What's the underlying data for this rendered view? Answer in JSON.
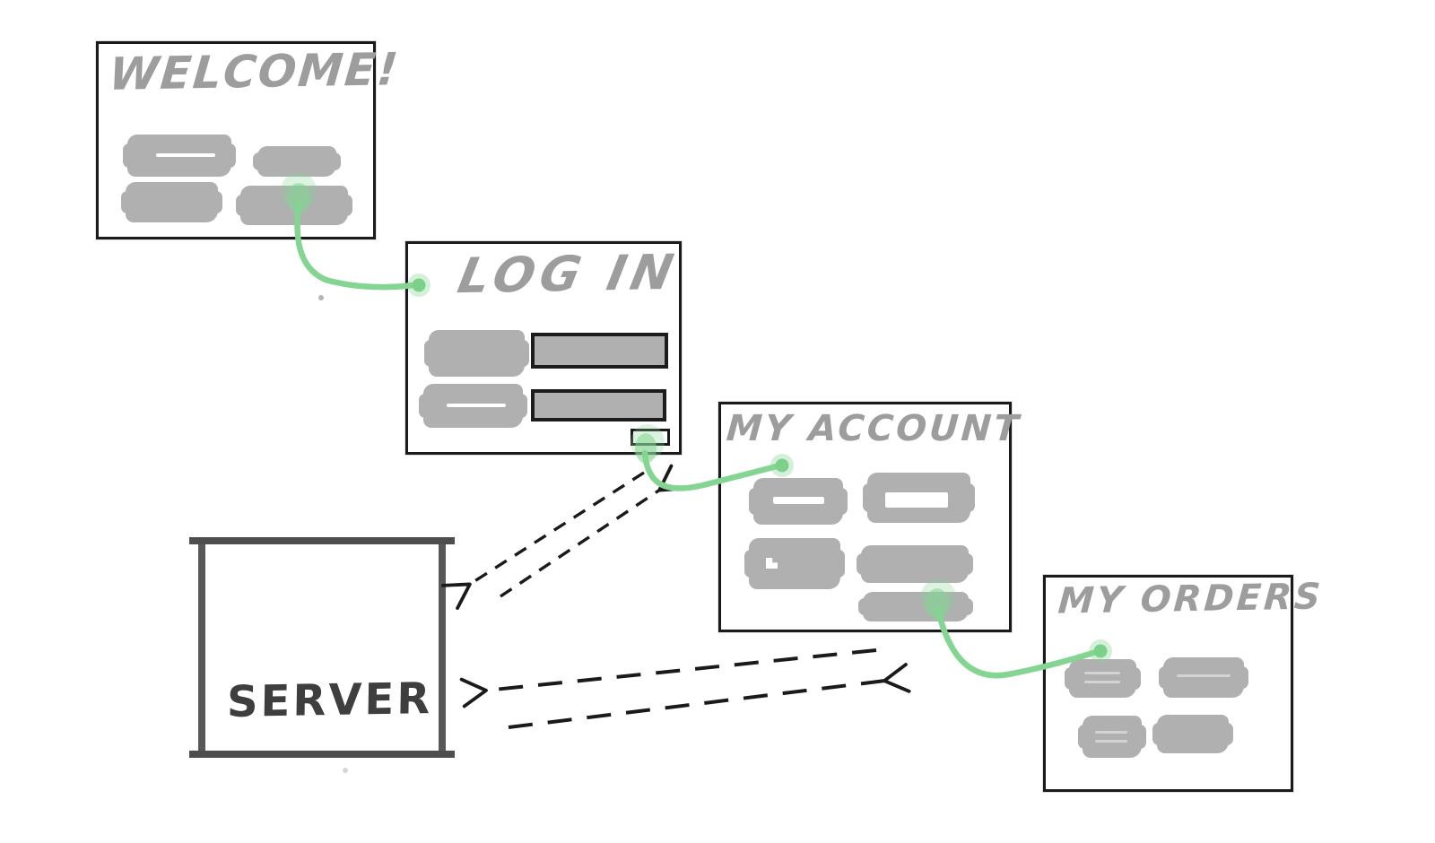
{
  "canvas": {
    "background": "#ffffff"
  },
  "colors": {
    "box_border": "#1a1a1a",
    "placeholder_fill": "#b0b0b0",
    "title_text": "#9d9d9d",
    "server_border": "#585858",
    "server_text": "#3e3e3e",
    "arrow_black": "#1a1a1a",
    "flow_green": "#84d592"
  },
  "screens": {
    "welcome": {
      "title": "WELCOME!",
      "placeholders": [
        "button-1",
        "button-2",
        "button-3",
        "button-4"
      ]
    },
    "login": {
      "title": "LOG IN",
      "placeholders": [
        "label-1",
        "input-1",
        "label-2",
        "input-2",
        "submit-button"
      ]
    },
    "account": {
      "title": "MY ACCOUNT",
      "placeholders": [
        "button-1",
        "button-2",
        "button-3",
        "button-4",
        "button-5"
      ]
    },
    "orders": {
      "title": "MY ORDERS",
      "placeholders": [
        "item-1",
        "item-2",
        "item-3",
        "item-4"
      ]
    }
  },
  "server": {
    "label": "SERVER"
  },
  "connectors": {
    "green_flows": [
      {
        "from": "welcome-screen button-4",
        "to": "login-screen"
      },
      {
        "from": "login-screen submit-button",
        "to": "account-screen"
      },
      {
        "from": "account-screen button-5",
        "to": "orders-screen"
      }
    ],
    "dashed_arrows": [
      {
        "from": "login-screen",
        "to": "server"
      },
      {
        "from": "server",
        "to": "login-screen"
      },
      {
        "from": "orders-screen",
        "to": "server"
      },
      {
        "from": "server",
        "to": "orders-screen"
      }
    ]
  }
}
